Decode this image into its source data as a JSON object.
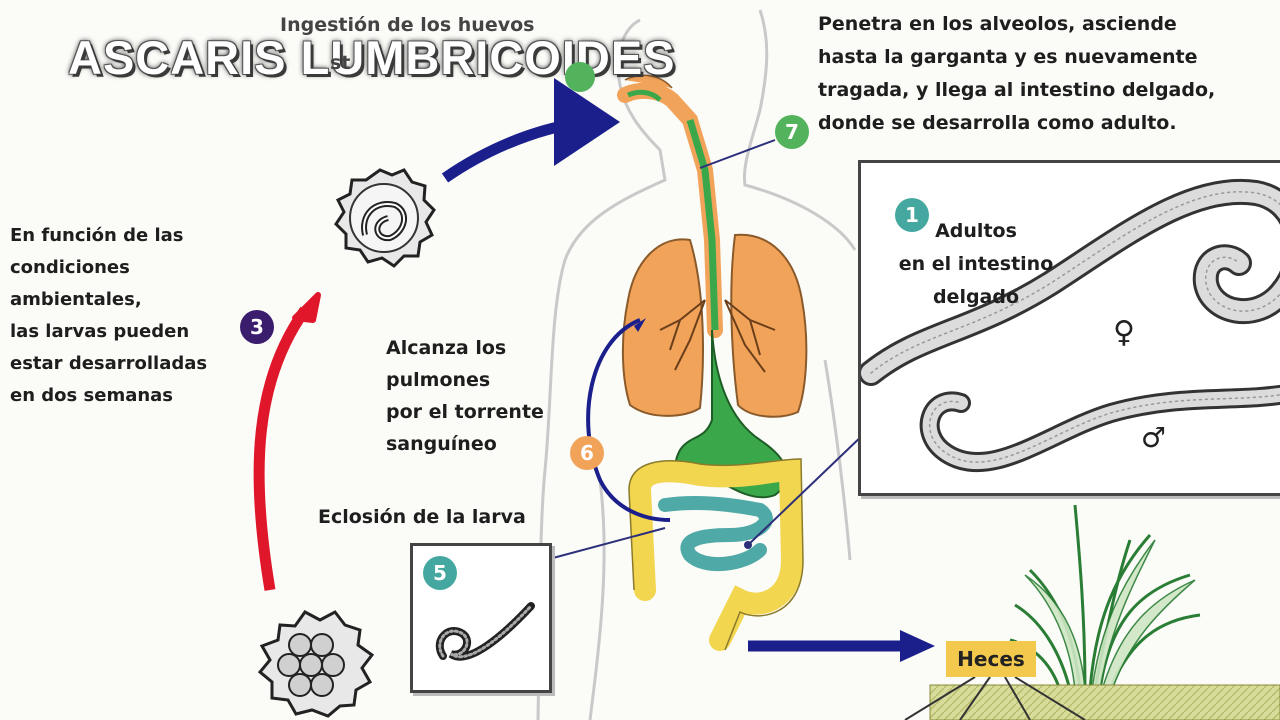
{
  "title": "ASCARIS LUMBRICOIDES",
  "steps": {
    "ingestion": "Ingestión de los huevos",
    "ingestion_tail": "st",
    "step7_lines": [
      "Penetra en los alveolos, asciende",
      "hasta la garganta y es nuevamente",
      "tragada, y llega al intestino delgado,",
      "donde se desarrolla como adulto."
    ],
    "step3_lines": [
      "En función de las",
      "condiciones",
      "ambientales,",
      "las larvas pueden",
      "estar desarrolladas",
      "en dos semanas"
    ],
    "step6_lines": [
      "Alcanza los",
      "pulmones",
      "por el torrente",
      "sanguíneo"
    ],
    "step5_label": "Eclosión de la larva",
    "step1_lines": [
      "Adultos",
      "en el intestino",
      "delgado"
    ],
    "heces": "Heces"
  },
  "badges": {
    "b1": "1",
    "b3": "3",
    "b5": "5",
    "b6": "6",
    "b7": "7"
  },
  "symbols": {
    "female": "♀",
    "male": "♂"
  },
  "colors": {
    "organ_orange": "#f2a35a",
    "digestive_green": "#3aa84a",
    "intestine_yellow": "#f3d650",
    "intestine_teal": "#4fa9a6",
    "arrow_blue": "#1a1f8c",
    "arrow_red": "#e0162b",
    "badge_green": "#53b35c",
    "badge_purple": "#3b1d6e",
    "badge_teal": "#45a8a0",
    "badge_orange": "#f2a35a"
  }
}
